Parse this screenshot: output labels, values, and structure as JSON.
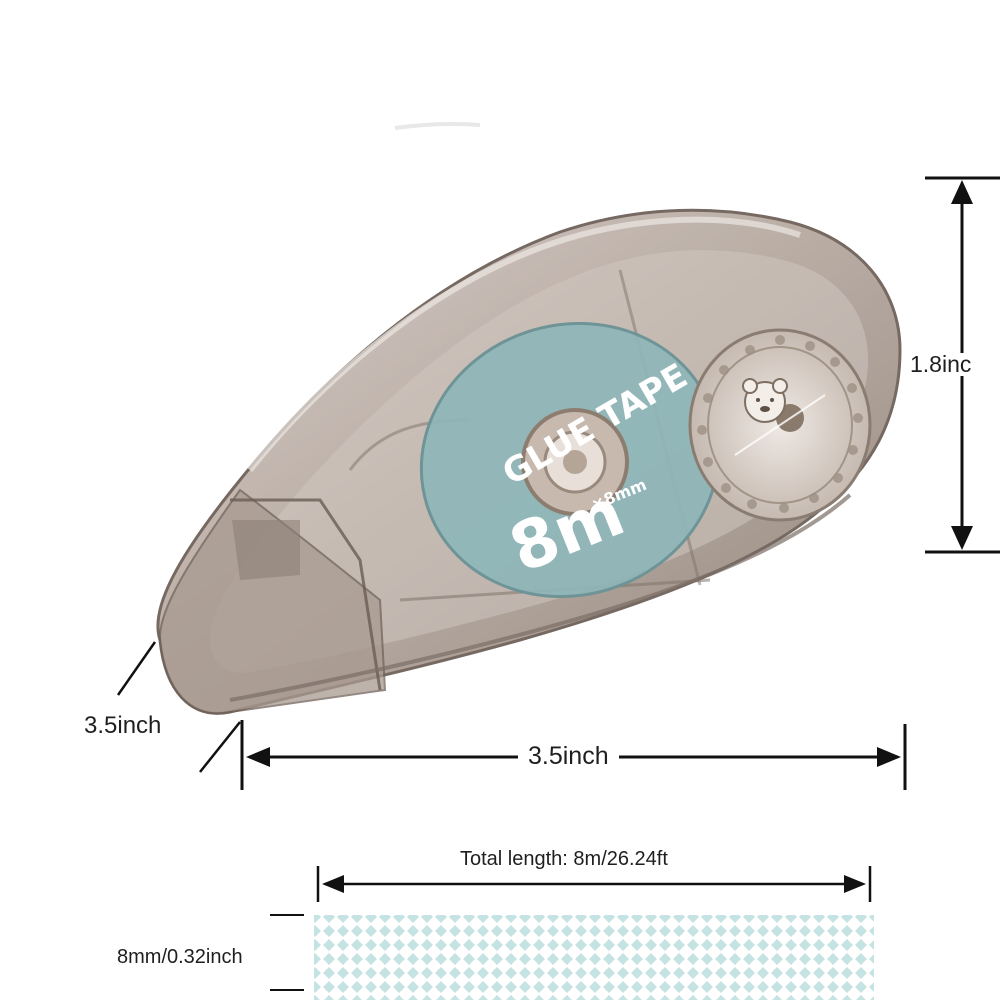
{
  "product": {
    "tape_brand_text": "GLUE TAPE",
    "tape_length_text": "8m",
    "tape_width_text": "×8mm"
  },
  "dimensions": {
    "height": "1.8inc",
    "depth": "3.5inch",
    "width": "3.5inch",
    "total_length": "Total length: 8m/26.24ft",
    "tape_width": "8mm/0.32inch"
  },
  "colors": {
    "shell": "#8f8278",
    "tape_blue": "#8fb8bb",
    "pattern_dots": "#bfe0e0"
  }
}
